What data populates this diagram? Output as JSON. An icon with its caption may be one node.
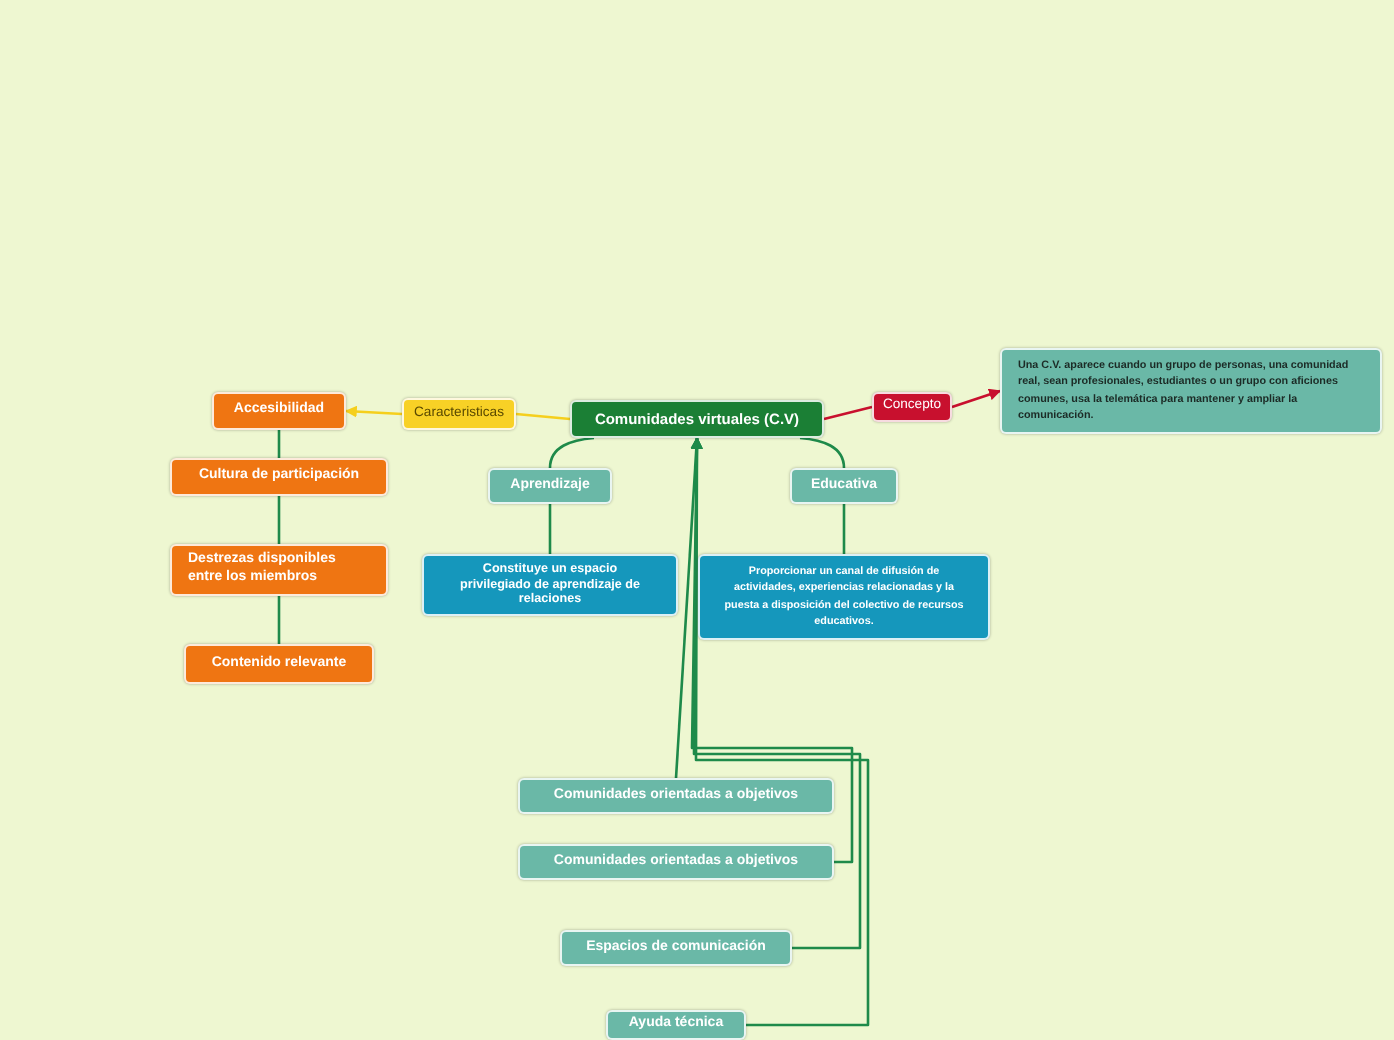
{
  "diagram": {
    "nodes": [
      {
        "text": [
          "Comunidades virtuales (C.V)"
        ]
      },
      {
        "text": [
          "Caracteristicas"
        ]
      },
      {
        "text": [
          "Concepto"
        ]
      },
      {
        "text": [
          "Una C.V. aparece cuando un grupo de personas, una comunidad real, sean profesionales, estudiantes o un grupo con aficiones comunes, usa la telemática para mantener y ampliar la comunicación."
        ]
      },
      {
        "text": [
          "Accesibilidad"
        ]
      },
      {
        "text": [
          "Cultura de participación"
        ]
      },
      {
        "text": [
          "Destrezas disponibles entre los miembros"
        ]
      },
      {
        "text": [
          "Contenido relevante"
        ]
      },
      {
        "text": [
          "Aprendizaje"
        ]
      },
      {
        "text": [
          "Constituye un espacio privilegiado de aprendizaje de relaciones"
        ]
      },
      {
        "text": [
          "Educativa"
        ]
      },
      {
        "text": [
          "Proporcionar un canal de difusión de actividades, experiencias relacionadas y la puesta a disposición del colectivo de recursos educativos."
        ]
      },
      {
        "text": [
          "Comunidades orientadas a objetivos"
        ]
      },
      {
        "text": [
          "Comunidades orientadas a objetivos"
        ]
      },
      {
        "text": [
          "Espacios de comunicación"
        ]
      },
      {
        "text": [
          "Ayuda técnica"
        ]
      }
    ],
    "edges": [
      {
        "from": 0,
        "to": 1,
        "arrow": "none",
        "color": "#f5cf1d"
      },
      {
        "from": 1,
        "to": 4,
        "arrow": "to",
        "color": "#f5cf1d"
      },
      {
        "from": 4,
        "to": 5,
        "arrow": "none"
      },
      {
        "from": 5,
        "to": 6,
        "arrow": "none"
      },
      {
        "from": 6,
        "to": 7,
        "arrow": "none"
      },
      {
        "from": 0,
        "to": 2,
        "arrow": "none",
        "color": "#c8102e"
      },
      {
        "from": 2,
        "to": 3,
        "arrow": "to",
        "color": "#c8102e"
      },
      {
        "from": 0,
        "to": 8,
        "arrow": "none"
      },
      {
        "from": 8,
        "to": 9,
        "arrow": "none"
      },
      {
        "from": 0,
        "to": 10,
        "arrow": "none"
      },
      {
        "from": 10,
        "to": 11,
        "arrow": "none"
      },
      {
        "from": 12,
        "to": 0,
        "arrow": "to"
      },
      {
        "from": 13,
        "to": 0,
        "arrow": "to"
      },
      {
        "from": 14,
        "to": 0,
        "arrow": "to"
      },
      {
        "from": 15,
        "to": 0,
        "arrow": "to"
      }
    ]
  }
}
